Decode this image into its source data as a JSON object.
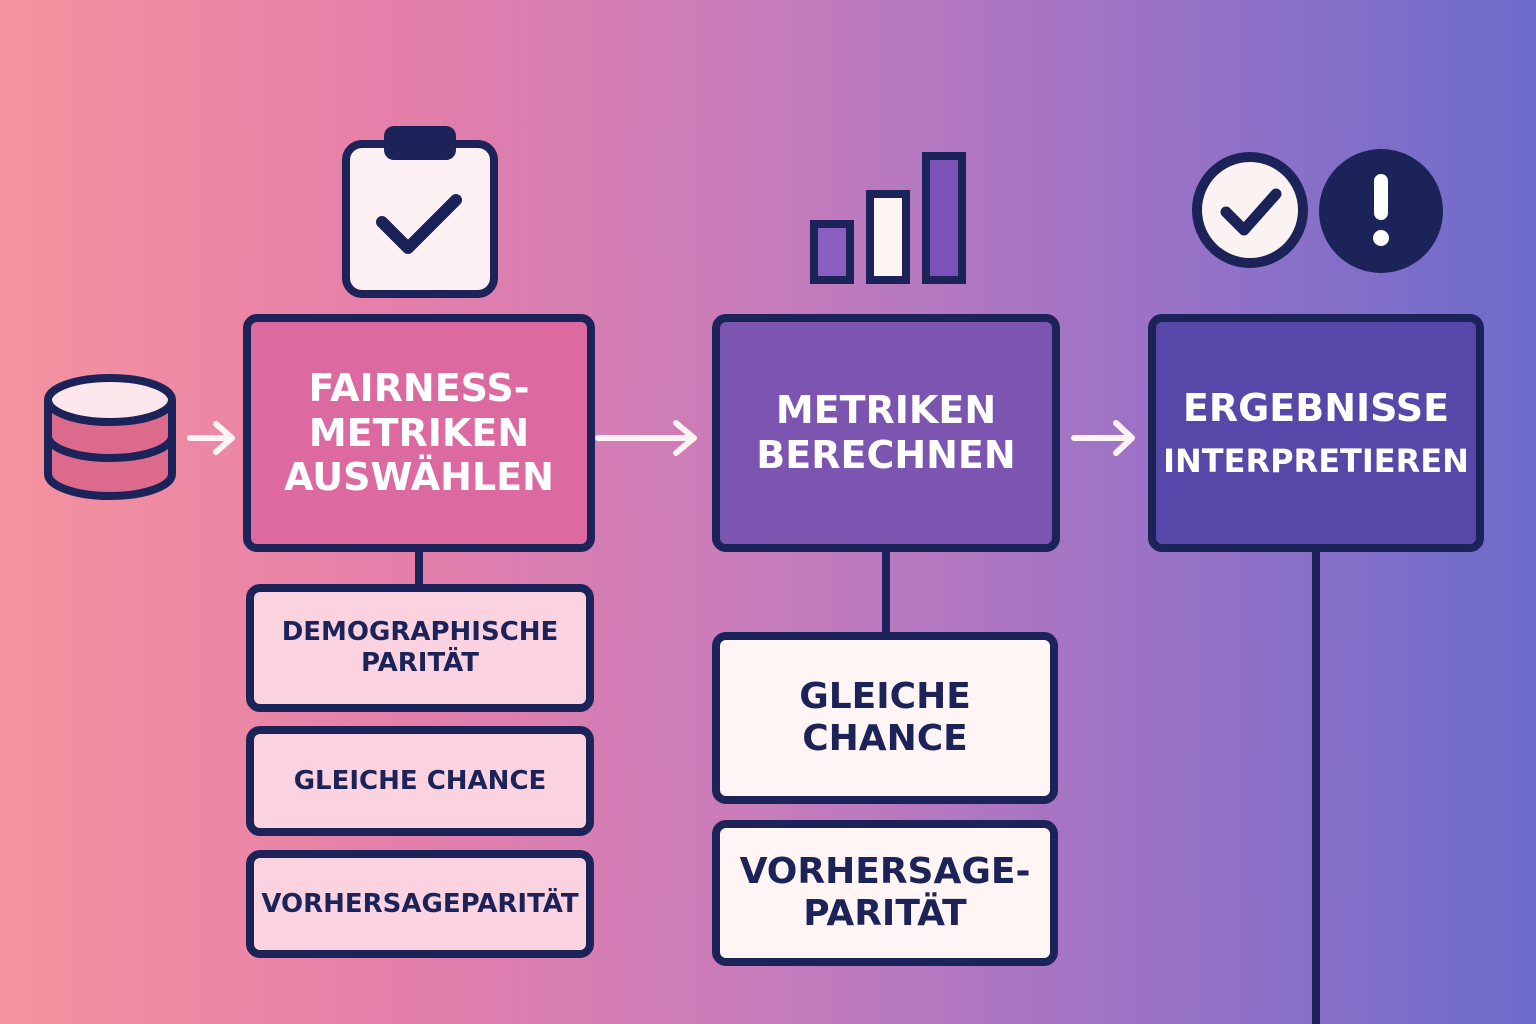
{
  "colors": {
    "navy": "#1b2358",
    "pink_box": "#dc6aa0",
    "purple_box": "#7b55b0",
    "indigo_box": "#5747a8",
    "light_pink": "#fbd2e0",
    "cream": "#fff5f5",
    "arrow": "#fff3f3"
  },
  "steps": {
    "select": {
      "label": "FAIRNESS-\nMETRIKEN\nAUSWÄHLEN",
      "icon": "clipboard-check-icon"
    },
    "compute": {
      "label": "METRIKEN\nBERECHNEN",
      "icon": "bar-chart-icon"
    },
    "interpret": {
      "label_line1": "ERGEBNISSE",
      "label_line2": "INTERPRETIEREN",
      "icons": [
        "check-circle-icon",
        "exclamation-circle-icon"
      ]
    }
  },
  "left_metrics": [
    "DEMOGRAPHISCHE\nPARITÄT",
    "GLEICHE CHANCE",
    "VORHERSAGEPARITÄT"
  ],
  "middle_metrics": [
    "GLEICHE\nCHANCE",
    "VORHERSAGE-\nPARITÄT"
  ],
  "start_icon": "database-icon"
}
